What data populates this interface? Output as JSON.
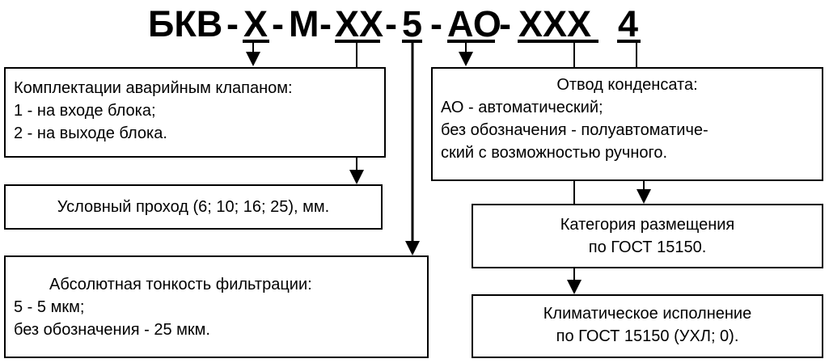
{
  "designation": {
    "segments": [
      "БКВ",
      "-",
      "Х",
      "-",
      "М",
      "-",
      "ХХ",
      "-",
      "5",
      "-",
      "АО",
      "-",
      "ХХХ",
      "4"
    ]
  },
  "boxes": {
    "valve": {
      "title": "Комплектации аварийным клапаном:",
      "lines": [
        "1 - на входе блока;",
        "2 - на выходе блока."
      ]
    },
    "passage": {
      "title": "Условный проход (6; 10; 16; 25), мм."
    },
    "filtration": {
      "title": "Абсолютная тонкость фильтрации:",
      "lines": [
        "5 - 5 мкм;",
        "без обозначения - 25 мкм."
      ]
    },
    "condensate": {
      "title": "Отвод конденсата:",
      "lines": [
        "АО - автоматический;",
        "без обозначения - полуавтоматиче-",
        "ский с возможностью ручного."
      ]
    },
    "placement": {
      "lines": [
        "Категория размещения",
        "по ГОСТ 15150."
      ]
    },
    "climate": {
      "lines": [
        "Климатическое исполнение",
        "по ГОСТ 15150 (УХЛ; 0)."
      ]
    }
  }
}
